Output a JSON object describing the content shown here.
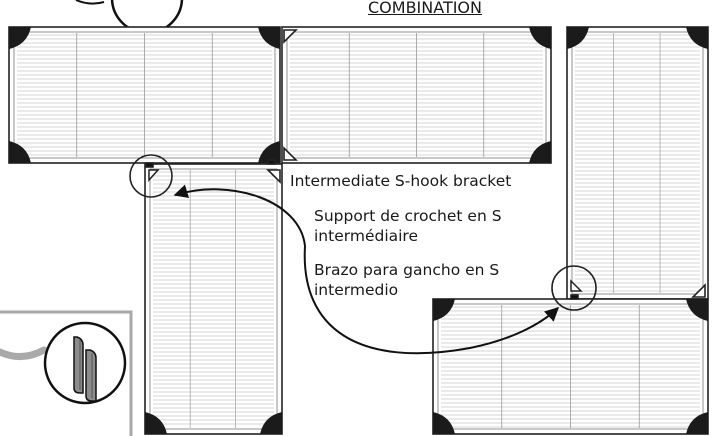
{
  "header": {
    "combination": "COMBINATION"
  },
  "labels": {
    "english": "Intermediate S-hook bracket",
    "french_line1": "Support de crochet en S",
    "french_line2": "intermédiaire",
    "spanish_line1": "Brazo para gancho en S",
    "spanish_line2": "intermedio"
  },
  "colors": {
    "outline": "#222222",
    "grid": "#c6c6c6",
    "corner": "#1b1b1b",
    "inset_grey": "#a9a9a9",
    "piece_fill": "#8c8c8c"
  },
  "icons": [
    "number-badge-icon",
    "s-hook-bracket-icon",
    "corner-bracket-icon",
    "curved-arrow-icon"
  ]
}
